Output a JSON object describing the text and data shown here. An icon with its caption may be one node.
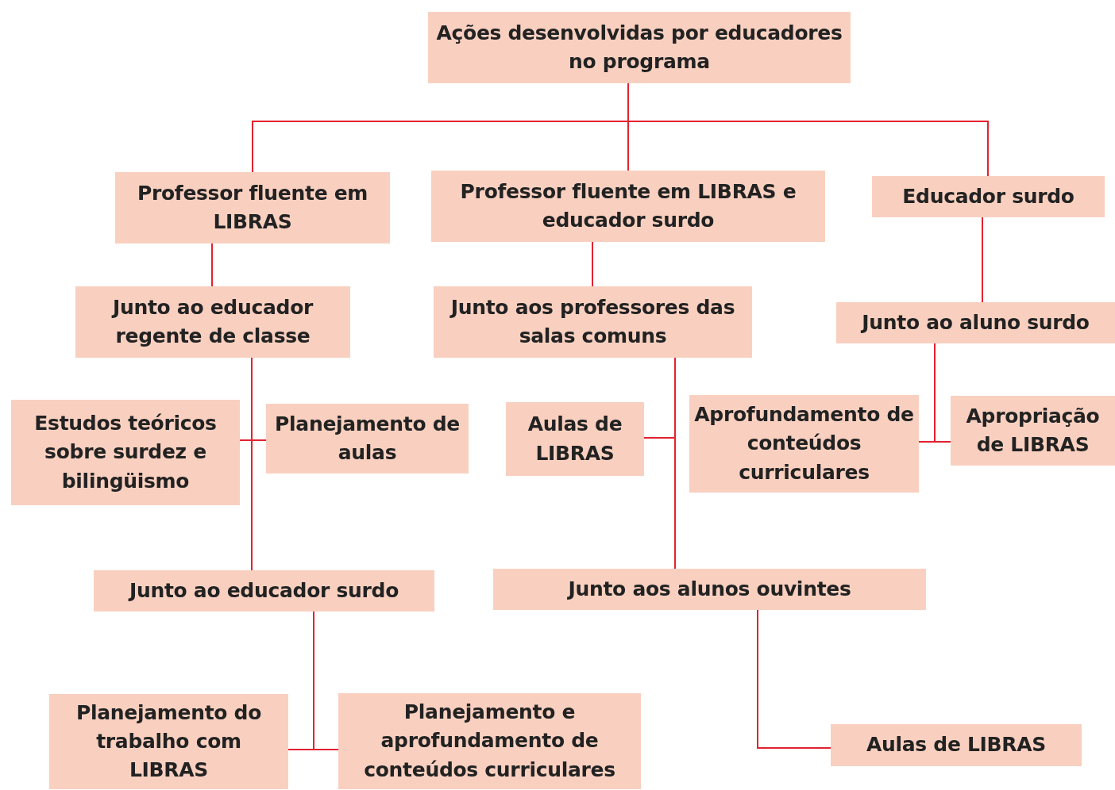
{
  "diagram": {
    "nodes": [
      {
        "text": [
          "Ações desenvolvidas por educadores no programa"
        ]
      },
      {
        "text": [
          "Professor fluente em LIBRAS"
        ]
      },
      {
        "text": [
          "Professor fluente em LIBRAS e educador surdo"
        ]
      },
      {
        "text": [
          "Educador surdo"
        ]
      },
      {
        "text": [
          "Junto ao educador regente de classe"
        ]
      },
      {
        "text": [
          "Junto aos professores das salas comuns"
        ]
      },
      {
        "text": [
          "Junto ao aluno surdo"
        ]
      },
      {
        "text": [
          "Estudos teóricos sobre surdez e bilingüismo"
        ]
      },
      {
        "text": [
          "Planejamento de aulas"
        ]
      },
      {
        "text": [
          "Aulas de LIBRAS"
        ]
      },
      {
        "text": [
          "Aprofundamento de conteúdos curriculares"
        ]
      },
      {
        "text": [
          "Apropriação de LIBRAS"
        ]
      },
      {
        "text": [
          "Junto ao educador surdo"
        ]
      },
      {
        "text": [
          "Junto aos alunos ouvintes"
        ]
      },
      {
        "text": [
          "Planejamento do trabalho com LIBRAS"
        ]
      },
      {
        "text": [
          "Planejamento e aprofundamento de conteúdos curriculares"
        ]
      },
      {
        "text": [
          "Aulas de LIBRAS"
        ]
      }
    ],
    "edges": [
      {
        "from": 0,
        "to": 1,
        "arrow": "none"
      },
      {
        "from": 0,
        "to": 2,
        "arrow": "none"
      },
      {
        "from": 0,
        "to": 3,
        "arrow": "none"
      },
      {
        "from": 1,
        "to": 4,
        "arrow": "none"
      },
      {
        "from": 2,
        "to": 5,
        "arrow": "none"
      },
      {
        "from": 3,
        "to": 6,
        "arrow": "none"
      },
      {
        "from": 4,
        "to": 7,
        "arrow": "none"
      },
      {
        "from": 4,
        "to": 8,
        "arrow": "none"
      },
      {
        "from": 4,
        "to": 12,
        "arrow": "none"
      },
      {
        "from": 5,
        "to": 9,
        "arrow": "none"
      },
      {
        "from": 5,
        "to": 13,
        "arrow": "none"
      },
      {
        "from": 6,
        "to": 10,
        "arrow": "none"
      },
      {
        "from": 6,
        "to": 11,
        "arrow": "none"
      },
      {
        "from": 12,
        "to": 14,
        "arrow": "none"
      },
      {
        "from": 12,
        "to": 15,
        "arrow": "none"
      },
      {
        "from": 13,
        "to": 16,
        "arrow": "none"
      }
    ]
  }
}
